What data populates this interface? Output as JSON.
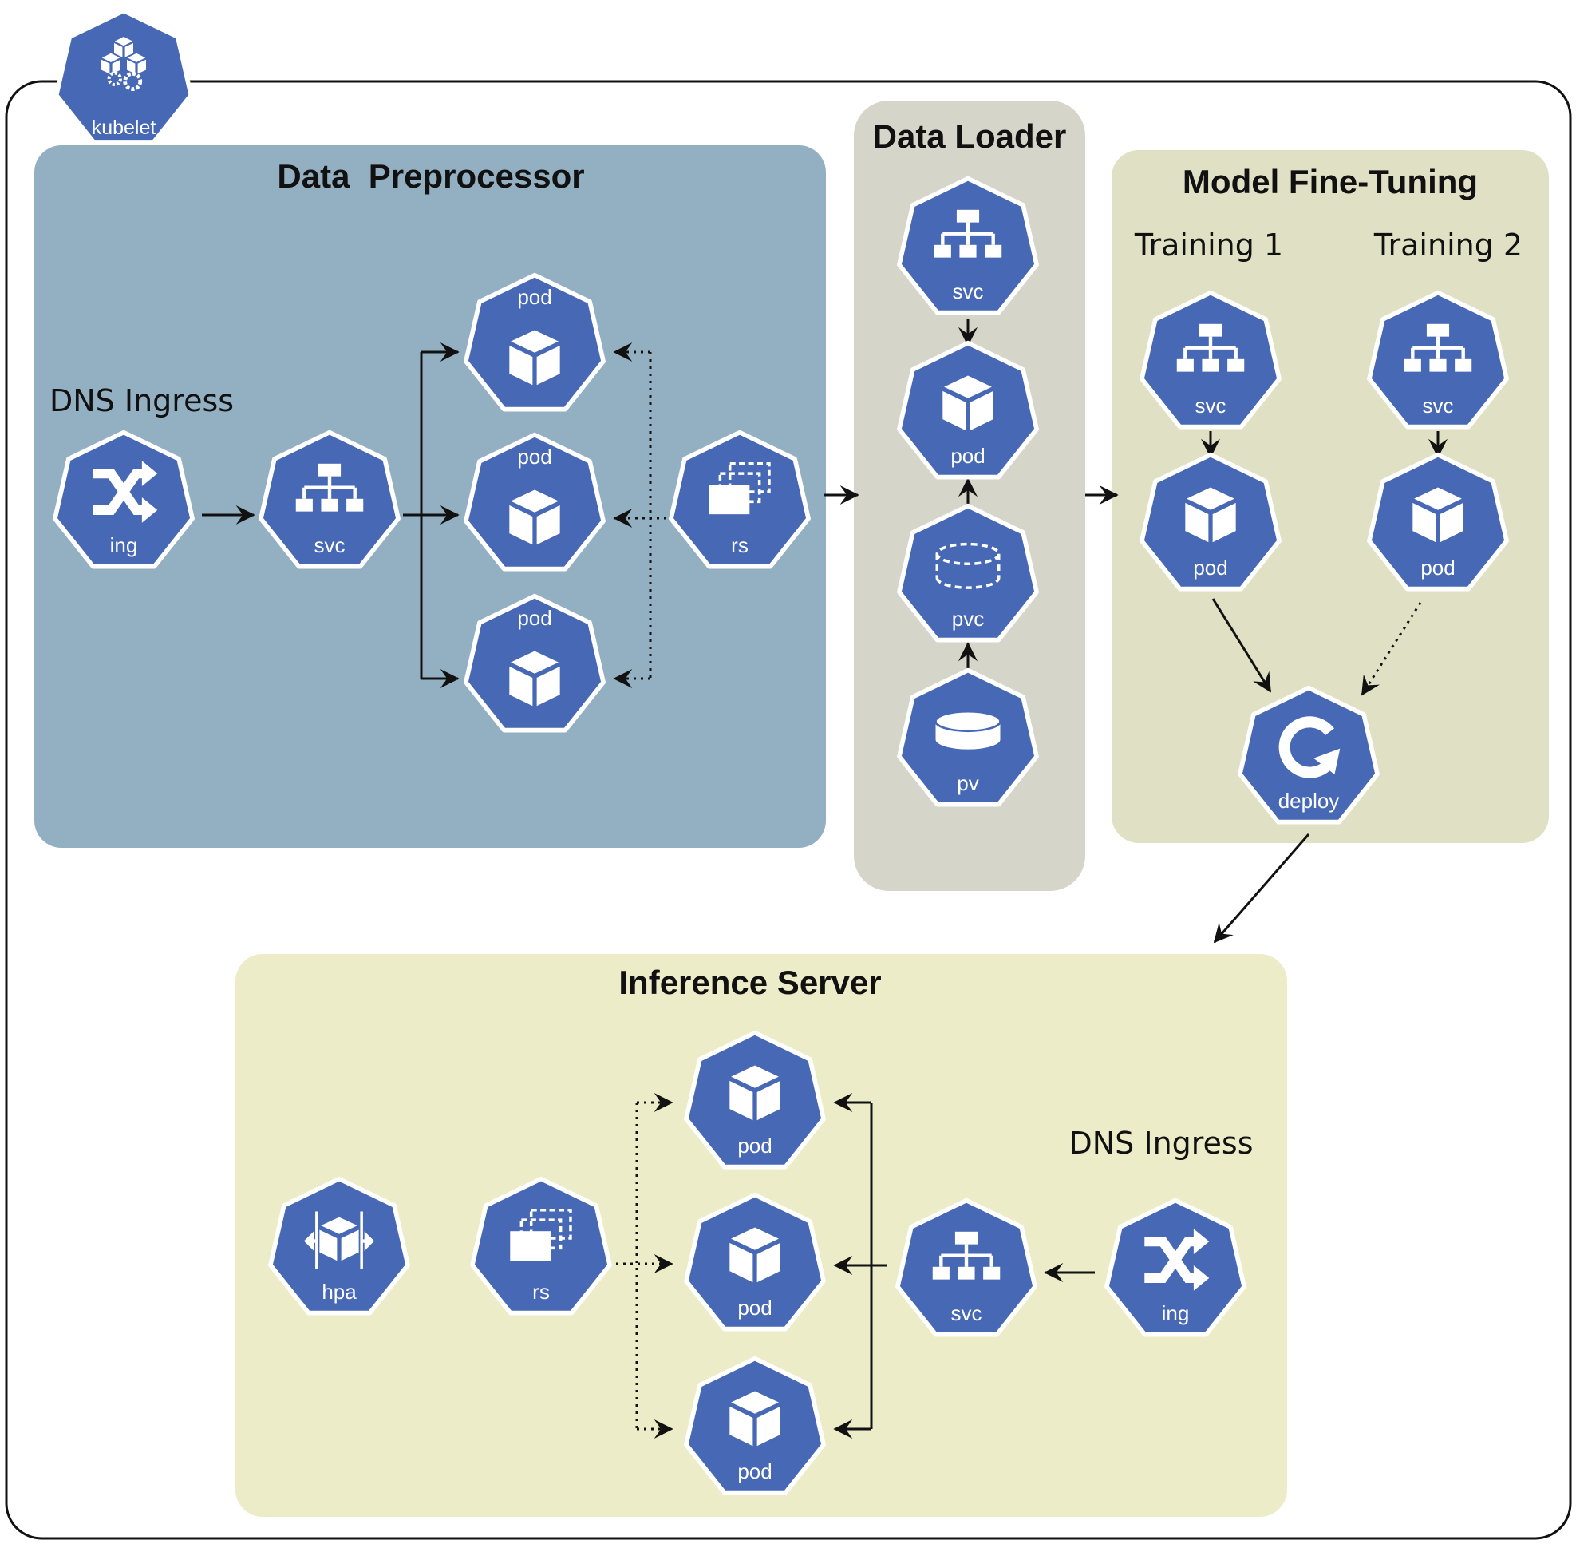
{
  "colors": {
    "k8s_blue": "#4768b4",
    "preprocessor_bg": "#93b0c2",
    "loader_bg": "#d6d5c9",
    "finetune_bg": "#e0e0c4",
    "inference_bg": "#ececc8",
    "outline": "#111111"
  },
  "kubelet": {
    "label": "kubelet",
    "icon": "kubelet-icon"
  },
  "sections": {
    "preprocessor": {
      "title": "Data  Preprocessor",
      "dns_label": "DNS Ingress"
    },
    "loader": {
      "title": "Data Loader"
    },
    "finetune": {
      "title": "Model Fine-Tuning",
      "training1": "Training 1",
      "training2": "Training 2"
    },
    "inference": {
      "title": "Inference Server",
      "dns_label": "DNS Ingress"
    }
  },
  "nodes": {
    "pre_ing": {
      "label": "ing",
      "icon": "ingress-icon"
    },
    "pre_svc": {
      "label": "svc",
      "icon": "service-icon"
    },
    "pre_pod1": {
      "label": "pod",
      "icon": "pod-icon"
    },
    "pre_pod2": {
      "label": "pod",
      "icon": "pod-icon"
    },
    "pre_pod3": {
      "label": "pod",
      "icon": "pod-icon"
    },
    "pre_rs": {
      "label": "rs",
      "icon": "replicaset-icon"
    },
    "dl_svc": {
      "label": "svc",
      "icon": "service-icon"
    },
    "dl_pod": {
      "label": "pod",
      "icon": "pod-icon"
    },
    "dl_pvc": {
      "label": "pvc",
      "icon": "pvc-icon"
    },
    "dl_pv": {
      "label": "pv",
      "icon": "pv-icon"
    },
    "ft_svc1": {
      "label": "svc",
      "icon": "service-icon"
    },
    "ft_pod1": {
      "label": "pod",
      "icon": "pod-icon"
    },
    "ft_svc2": {
      "label": "svc",
      "icon": "service-icon"
    },
    "ft_pod2": {
      "label": "pod",
      "icon": "pod-icon"
    },
    "ft_deploy": {
      "label": "deploy",
      "icon": "deployment-icon"
    },
    "inf_hpa": {
      "label": "hpa",
      "icon": "hpa-icon"
    },
    "inf_rs": {
      "label": "rs",
      "icon": "replicaset-icon"
    },
    "inf_pod1": {
      "label": "pod",
      "icon": "pod-icon"
    },
    "inf_pod2": {
      "label": "pod",
      "icon": "pod-icon"
    },
    "inf_pod3": {
      "label": "pod",
      "icon": "pod-icon"
    },
    "inf_svc": {
      "label": "svc",
      "icon": "service-icon"
    },
    "inf_ing": {
      "label": "ing",
      "icon": "ingress-icon"
    }
  }
}
